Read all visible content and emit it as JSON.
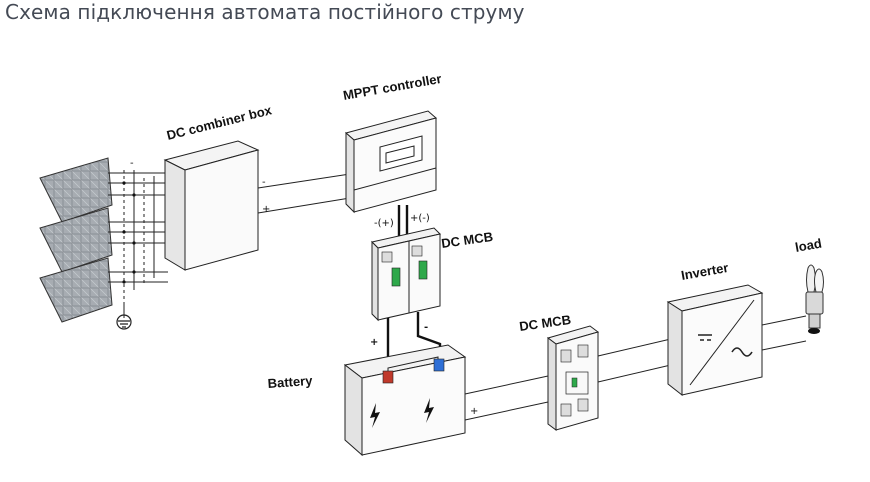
{
  "title": "Схема підключення автомата постійного струму",
  "labels": {
    "combiner": "DC combiner box",
    "mppt": "MPPT controller",
    "dcmcb_top": "DC MCB",
    "dcmcb_bottom": "DC MCB",
    "inverter": "Inverter",
    "load": "load",
    "battery": "Battery"
  },
  "terminals": {
    "minus": "-",
    "plus": "+",
    "mppt_left": "-(+)",
    "mppt_right": "+(-)"
  },
  "icons": [
    "solar-panel-icon",
    "ground-icon",
    "lightning-icon",
    "lamp-icon",
    "sine-wave-icon"
  ],
  "colors": {
    "battery_pos": "#c0392b",
    "battery_neg": "#2e6fd6",
    "line": "#222222",
    "breaker_green": "#2ea84a"
  }
}
